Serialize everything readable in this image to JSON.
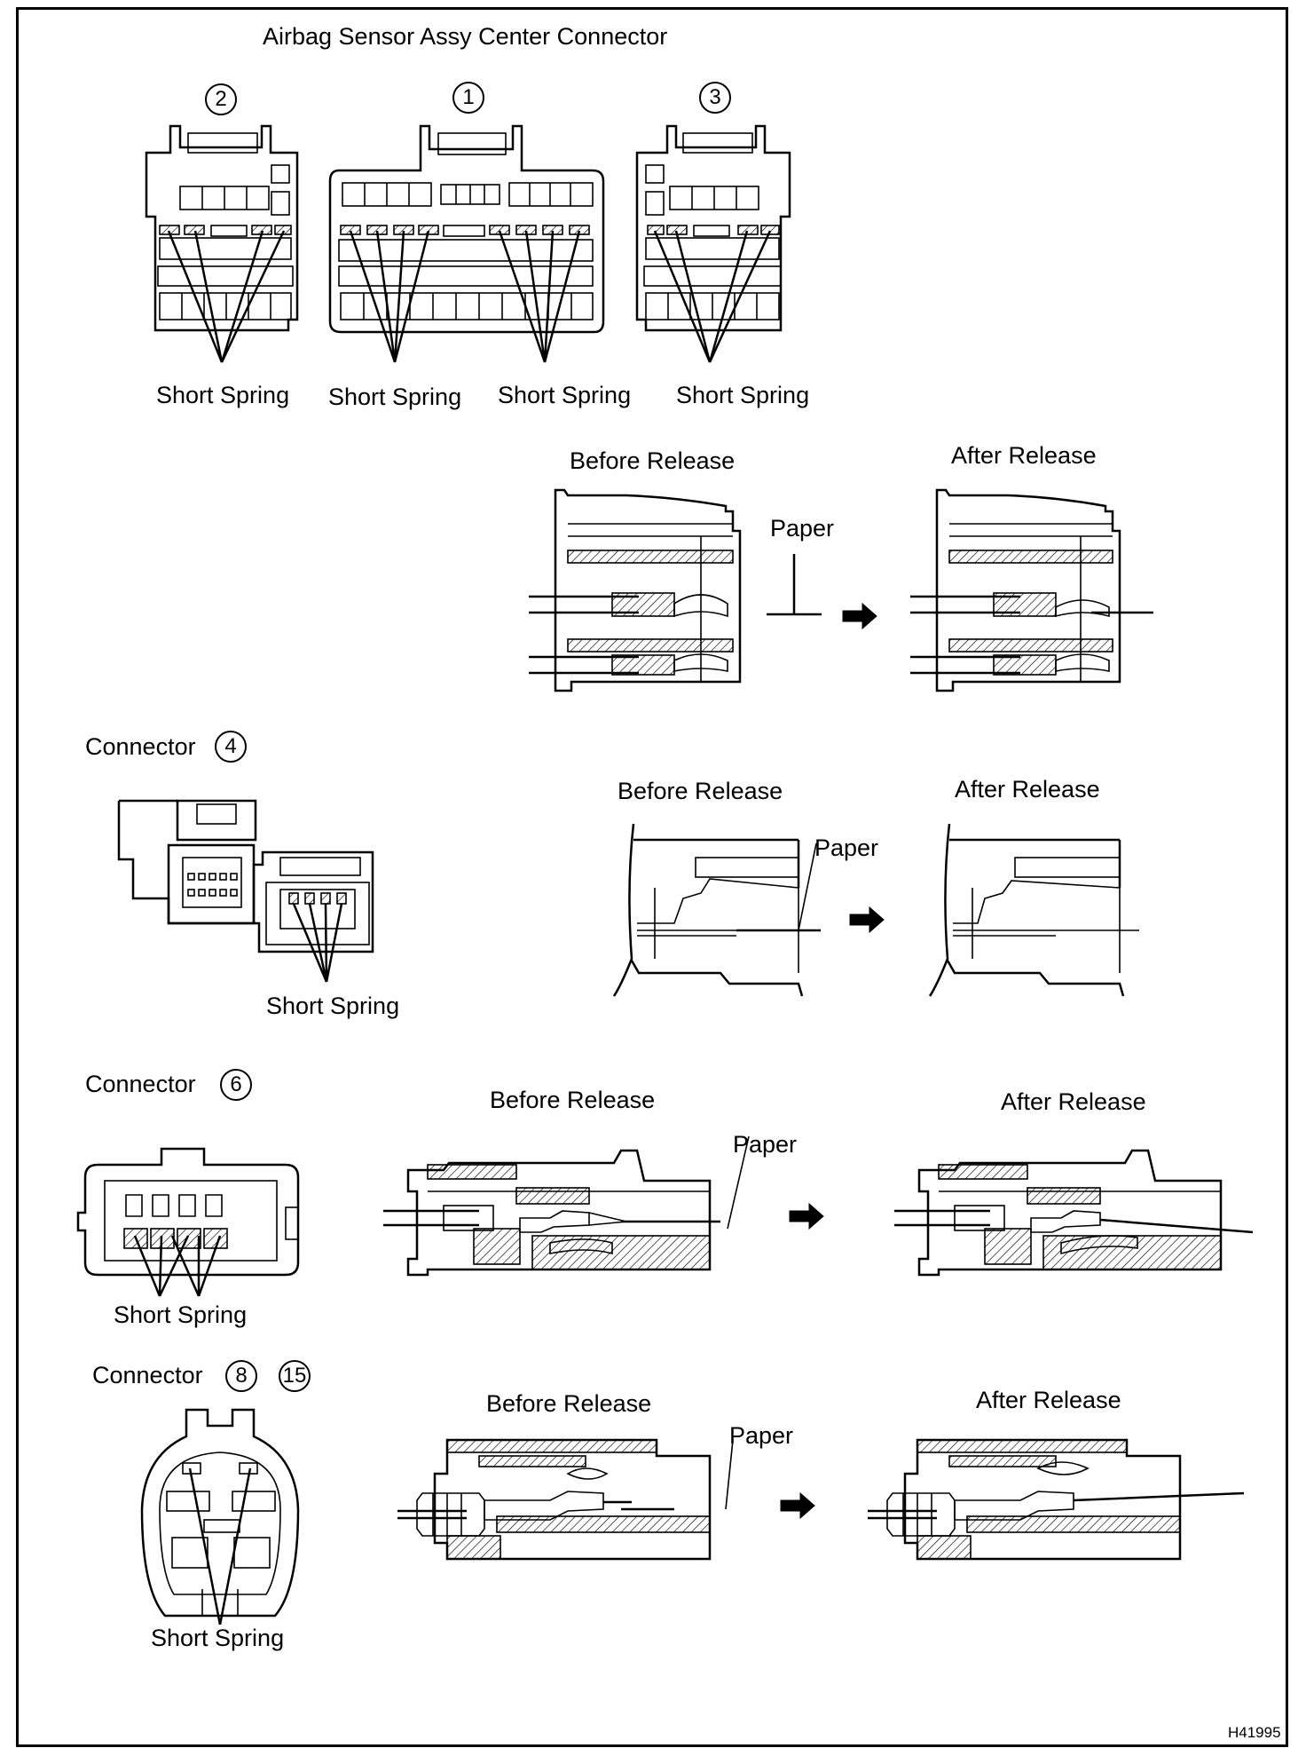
{
  "figure_code": "H41995",
  "section_title": "Airbag Sensor Assy Center Connector",
  "center_connectors": {
    "left": {
      "number": "2",
      "label": "Short Spring"
    },
    "middle": {
      "number": "1",
      "label_left": "Short Spring",
      "label_right": "Short Spring"
    },
    "right": {
      "number": "3",
      "label": "Short Spring"
    }
  },
  "center_release": {
    "before": "Before Release",
    "after": "After Release",
    "paper": "Paper"
  },
  "connector4": {
    "title": "Connector",
    "number": "4",
    "spring": "Short Spring",
    "before": "Before Release",
    "after": "After Release",
    "paper": "Paper"
  },
  "connector6": {
    "title": "Connector",
    "number": "6",
    "spring": "Short Spring",
    "before": "Before Release",
    "after": "After Release",
    "paper": "Paper"
  },
  "connector8_15": {
    "title": "Connector",
    "number_a": "8",
    "number_b": "15",
    "spring": "Short Spring",
    "before": "Before Release",
    "after": "After Release",
    "paper": "Paper"
  }
}
